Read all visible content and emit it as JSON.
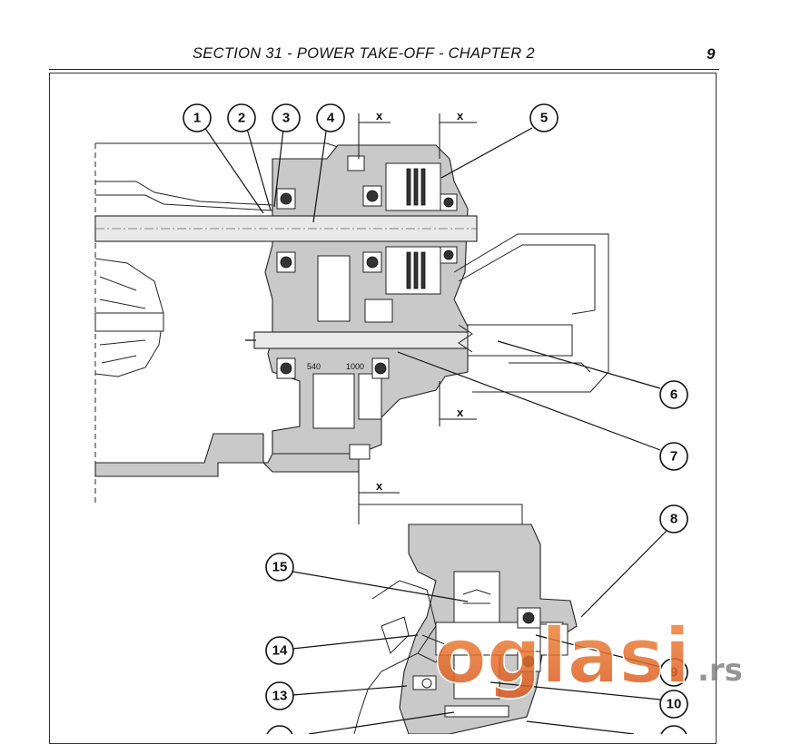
{
  "header": {
    "title": "SECTION 31 - POWER TAKE-OFF - CHAPTER 2",
    "page_number": "9"
  },
  "diagram": {
    "dimension_label": "x",
    "shaft_labels": {
      "speed_low": "540",
      "speed_high": "1000"
    },
    "callouts": [
      "1",
      "2",
      "3",
      "4",
      "5",
      "6",
      "7",
      "8",
      "9",
      "10",
      "13",
      "14",
      "15"
    ]
  },
  "watermark": {
    "brand": "oglasi",
    "tld": ".rs"
  },
  "colors": {
    "housing": "#c9c9c9",
    "watermark": "#e8692a",
    "line": "#111111"
  }
}
